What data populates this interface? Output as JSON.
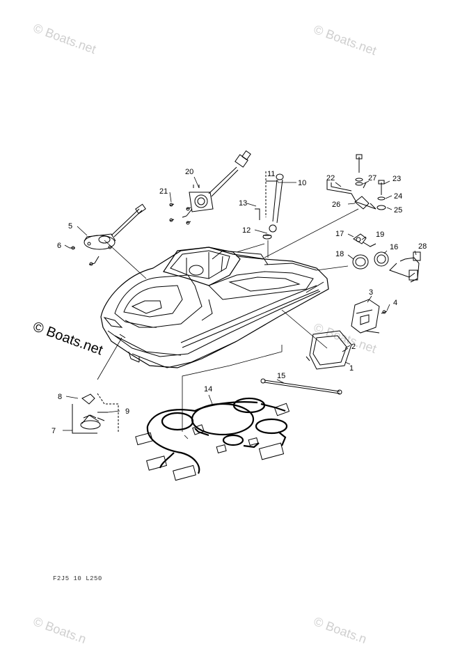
{
  "watermarks": {
    "top_left": "© Boats.net",
    "top_right": "© Boats.net",
    "middle_left": "© Boats.net",
    "middle_right": "© Boats.net",
    "bottom_left": "© Boats.n",
    "bottom_right": "© Boats.n"
  },
  "diagram_code": "F2J5 10 L250",
  "part_numbers": {
    "p1": "1",
    "p2": "2",
    "p3": "3",
    "p4": "4",
    "p5": "5",
    "p6": "6",
    "p7": "7",
    "p8": "8",
    "p9": "9",
    "p10": "10",
    "p11": "11",
    "p12": "12",
    "p13": "13",
    "p14": "14",
    "p15": "15",
    "p16": "16",
    "p17": "17",
    "p18": "18",
    "p19": "19",
    "p20": "20",
    "p21": "21",
    "p22": "22",
    "p23": "23",
    "p24": "24",
    "p25": "25",
    "p26": "26",
    "p27": "27",
    "p28": "28"
  },
  "colors": {
    "line": "#000000",
    "watermark": "#cfcfcf",
    "background": "#ffffff"
  }
}
